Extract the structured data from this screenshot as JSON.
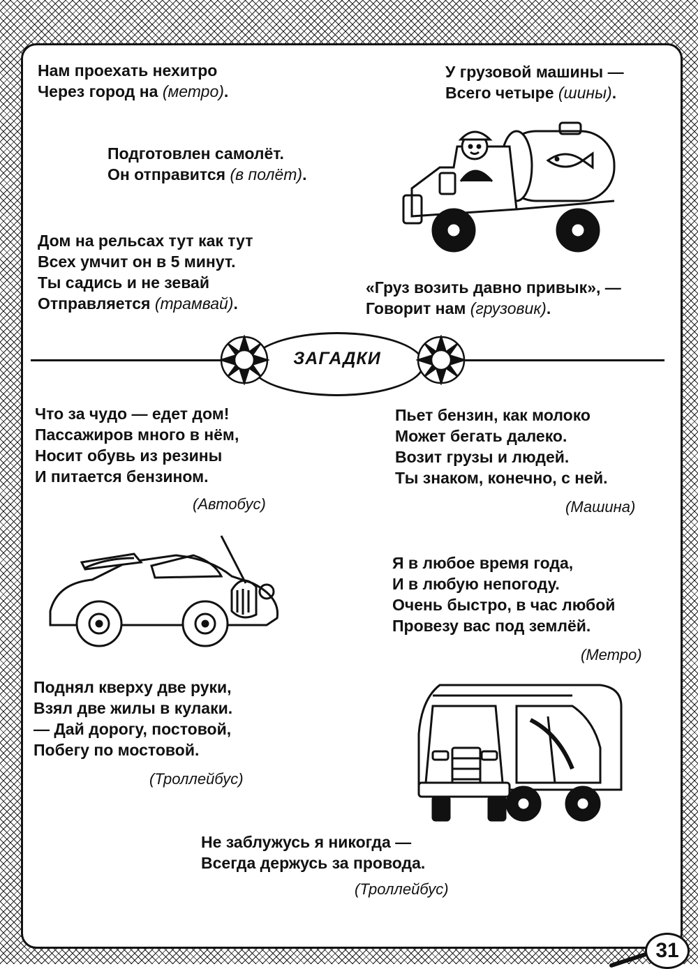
{
  "verses": {
    "metro_rhyme": {
      "line1": "Нам проехать нехитро",
      "line2_prefix": "Через город на ",
      "answer": "(метро)",
      "line2_suffix": "."
    },
    "tyres_rhyme": {
      "line1": "У грузовой машины —",
      "line2_prefix": "Всего четыре ",
      "answer": "(шины)",
      "line2_suffix": "."
    },
    "plane_rhyme": {
      "line1": "Подготовлен самолёт.",
      "line2_prefix": "Он отправится ",
      "answer": "(в полёт)",
      "line2_suffix": "."
    },
    "tram_rhyme": {
      "line1": "Дом на рельсах тут как тут",
      "line2": "Всех умчит он в 5 минут.",
      "line3": "Ты садись и не зевай",
      "line4_prefix": "Отправляется ",
      "answer": "(трамвай)",
      "line4_suffix": "."
    },
    "truck_rhyme": {
      "line1": "«Груз возить давно привык», —",
      "line2_prefix": "Говорит нам ",
      "answer": "(грузовик)",
      "line2_suffix": "."
    }
  },
  "section_title": "ЗАГАДКИ",
  "riddles": {
    "bus": {
      "lines": [
        "Что за чудо — едет дом!",
        "Пассажиров много в нём,",
        "Носит обувь из резины",
        "И питается бензином."
      ],
      "answer": "(Автобус)"
    },
    "car": {
      "lines": [
        "Пьет бензин, как молоко",
        "Может бегать далеко.",
        "Возит грузы и людей.",
        "Ты знаком, конечно, с ней."
      ],
      "answer": "(Машина)"
    },
    "metro": {
      "lines": [
        "Я в любое время года,",
        "И в любую непогоду.",
        "Очень быстро, в час любой",
        "Провезу вас под землёй."
      ],
      "answer": "(Метро)"
    },
    "trolleybus": {
      "lines": [
        "Поднял кверху две руки,",
        "Взял две жилы в кулаки.",
        "— Дай дорогу, постовой,",
        "Побегу по мостовой."
      ],
      "answer": "(Троллейбус)"
    },
    "trolleybus2": {
      "lines": [
        "Не заблужусь я никогда —",
        "Всегда держусь за провода."
      ],
      "answer": "(Троллейбус)"
    }
  },
  "page_number": "31"
}
